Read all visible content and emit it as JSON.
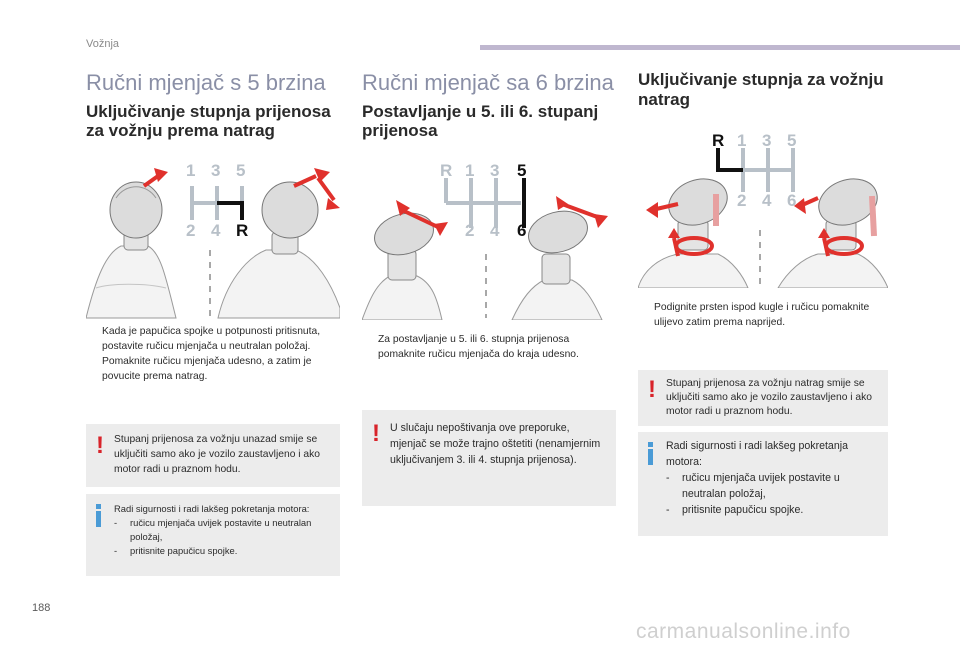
{
  "header": {
    "section": "Vožnja"
  },
  "col1": {
    "title": "Ručni mjenjač s 5 brzina",
    "subtitle": "Uključivanje stupnja prijenosa za vožnju prema natrag",
    "diagram": {
      "top": [
        "1",
        "3",
        "5"
      ],
      "bottom": [
        "2",
        "4",
        "R"
      ]
    },
    "bullets": [
      "Kada je papučica spojke u potpunosti pritisnuta, postavite ručicu mjenjača u neutralan položaj.",
      "Pomaknite ručicu mjenjača udesno, a zatim je povucite prema natrag."
    ],
    "warning": "Stupanj prijenosa za vožnju unazad smije se uključiti samo ako je vozilo zaustavljeno i ako motor radi u praznom hodu.",
    "info_intro": "Radi sigurnosti i radi lakšeg pokretanja motora:",
    "info_items": [
      "ručicu mjenjača uvijek postavite u neutralan položaj,",
      "pritisnite papučicu spojke."
    ]
  },
  "col2": {
    "title": "Ručni mjenjač sa 6 brzina",
    "subtitle": "Postavljanje u 5. ili 6. stupanj prijenosa",
    "diagram": {
      "top": [
        "R",
        "1",
        "3",
        "5"
      ],
      "bottom": [
        "2",
        "4",
        "6"
      ]
    },
    "bullets": [
      "Za postavljanje u 5. ili 6. stupnja prijenosa pomaknite ručicu mjenjača do kraja udesno."
    ],
    "warning": "U slučaju nepoštivanja ove preporuke, mjenjač se može trajno oštetiti (nenamjernim uključivanjem 3. ili 4. stupnja prijenosa)."
  },
  "col3": {
    "title": "Uključivanje stupnja za vožnju natrag",
    "diagram": {
      "top": [
        "R",
        "1",
        "3",
        "5"
      ],
      "bottom": [
        "2",
        "4",
        "6"
      ]
    },
    "bullets": [
      "Podignite prsten ispod kugle i ručicu pomaknite ulijevo zatim prema naprijed."
    ],
    "warning": "Stupanj prijenosa za vožnju natrag smije se uključiti samo ako je vozilo zaustavljeno i ako motor radi u praznom hodu.",
    "info_intro": "Radi sigurnosti i radi lakšeg pokretanja motora:",
    "info_items": [
      "ručicu mjenjača uvijek postavite u neutralan položaj,",
      "pritisnite papučicu spojke."
    ]
  },
  "markers": {
    "bullet": "",
    "dash": "-",
    "warning": "!"
  },
  "colors": {
    "title": "#8a8fa6",
    "arrow": "#e0312c",
    "warning": "#d8232a",
    "info": "#4a9bd6",
    "box": "#ececec",
    "gate": "#b8c0c8"
  },
  "page_number": "188",
  "footer": "carmanualsonline.info"
}
